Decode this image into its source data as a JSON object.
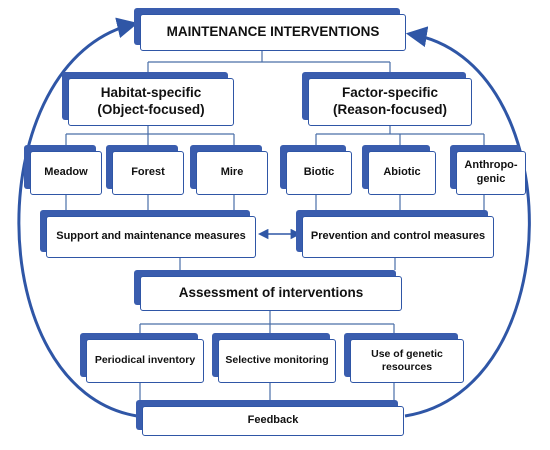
{
  "diagram": {
    "title": "MAINTENANCE INTERVENTIONS",
    "habitat": {
      "line1": "Habitat-specific",
      "line2": "(Object-focused)"
    },
    "factor": {
      "line1": "Factor-specific",
      "line2": "(Reason-focused)"
    },
    "habitat_types": [
      "Meadow",
      "Forest",
      "Mire"
    ],
    "factor_types": [
      "Biotic",
      "Abiotic",
      "Anthropo-genic"
    ],
    "support": "Support and maintenance measures",
    "prevention": "Prevention and control measures",
    "assessment": "Assessment of interventions",
    "methods": [
      "Periodical inventory",
      "Selective monitoring",
      "Use of genetic resources"
    ],
    "feedback": "Feedback"
  },
  "colors": {
    "accent": "#2F56A6",
    "shadow": "#3A5DAE",
    "connector": "#4A6FA8"
  }
}
